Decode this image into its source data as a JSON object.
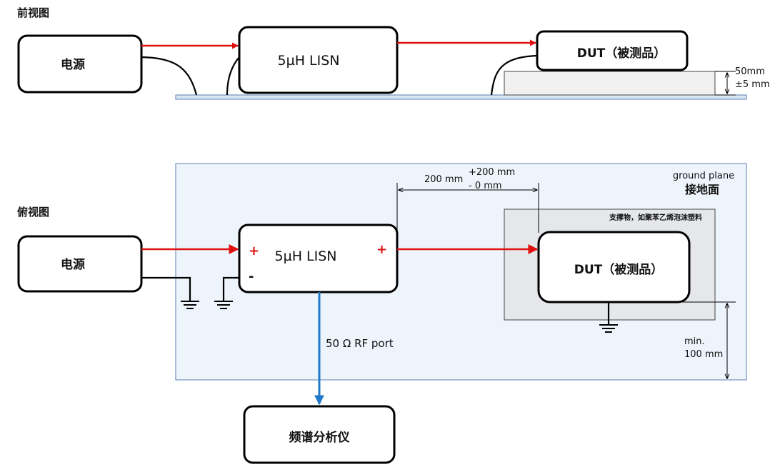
{
  "front_view": {
    "title": "前视图",
    "power_label": "电源",
    "lisn_label": "5µH LISN",
    "dut_label": "DUT（被测品）",
    "height_dim_line1": "50mm",
    "height_dim_line2": "±5 mm"
  },
  "top_view": {
    "title": "俯视图",
    "power_label": "电源",
    "lisn_label": "5µH LISN",
    "lisn_plus_left": "+",
    "lisn_minus": "-",
    "lisn_plus_right": "+",
    "dut_label": "DUT（被测品）",
    "ground_plane_en": "ground plane",
    "ground_plane_zh": "接地面",
    "support_label": "支撑物，如聚苯乙烯泡沫塑料",
    "distance_main": "200 mm",
    "distance_tol_plus": "+200 mm",
    "distance_tol_minus": "- 0 mm",
    "rf_port_label": "50 Ω RF port",
    "min_dist_line1": "min.",
    "min_dist_line2": "100 mm",
    "analyzer_label": "频谱分析仪"
  },
  "colors": {
    "signal_arrow": "#e01010",
    "rf_arrow": "#1f78c8",
    "ground_plane_fill": "#eef4fb",
    "ground_plane_stroke": "#5b7fb0",
    "support_fill": "#e5e7ea",
    "front_support_fill": "#f0f0f0"
  }
}
